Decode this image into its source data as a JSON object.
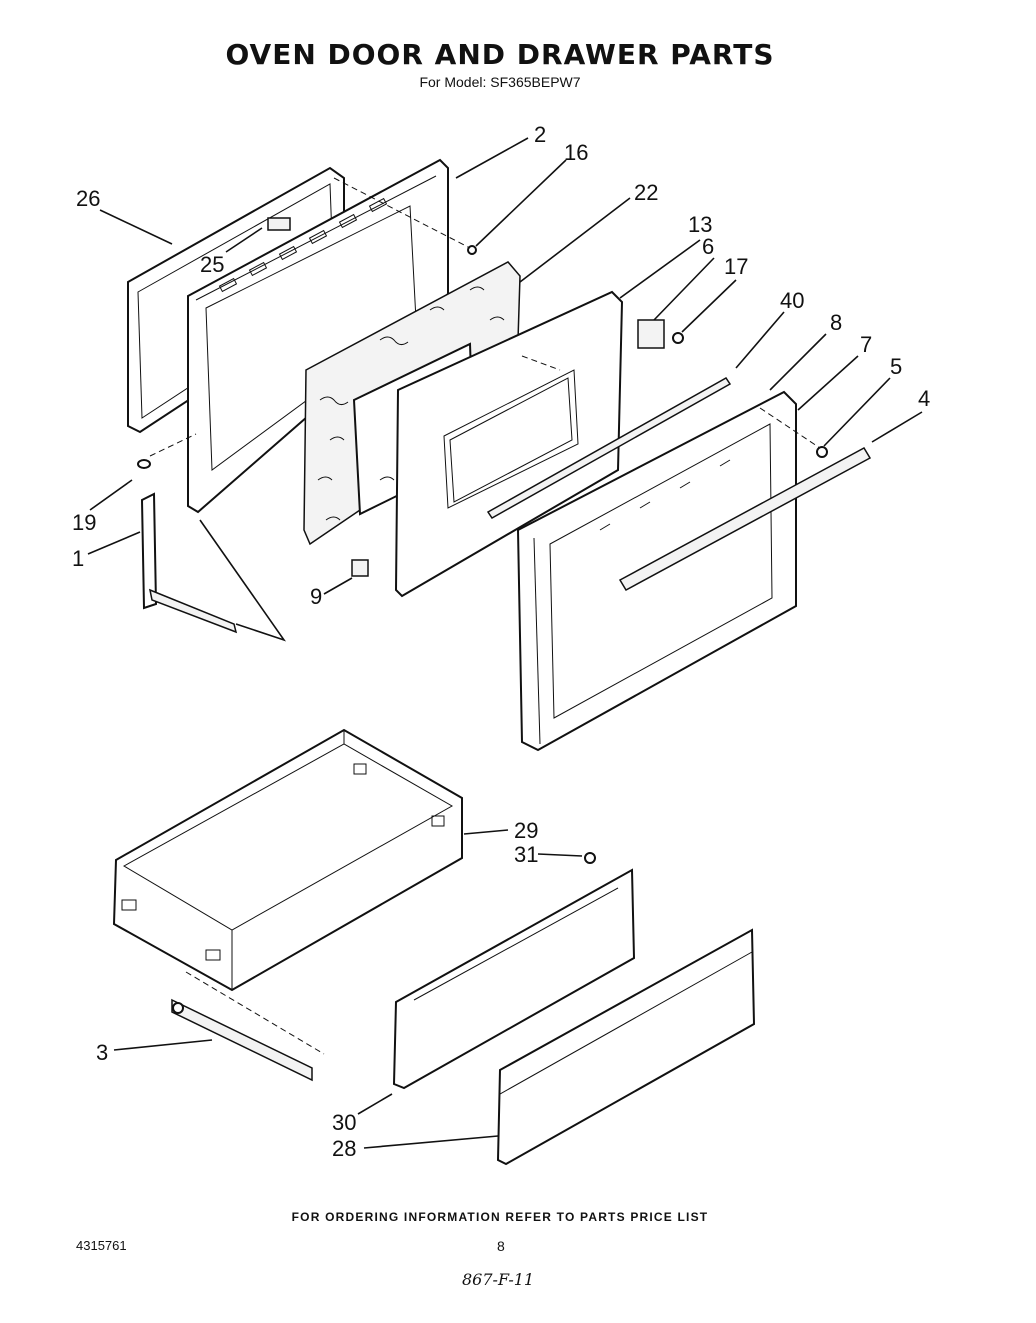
{
  "header": {
    "title": "OVEN DOOR AND DRAWER PARTS",
    "subtitle": "For Model: SF365BEPW7"
  },
  "callouts": [
    "2",
    "16",
    "26",
    "22",
    "13",
    "6",
    "17",
    "25",
    "40",
    "8",
    "7",
    "5",
    "4",
    "19",
    "1",
    "9",
    "29",
    "31",
    "3",
    "30",
    "28"
  ],
  "footer": {
    "note": "FOR ORDERING INFORMATION REFER TO PARTS PRICE LIST",
    "doc_number": "4315761",
    "page_number": "8",
    "handwritten_code": "867-F-11"
  }
}
